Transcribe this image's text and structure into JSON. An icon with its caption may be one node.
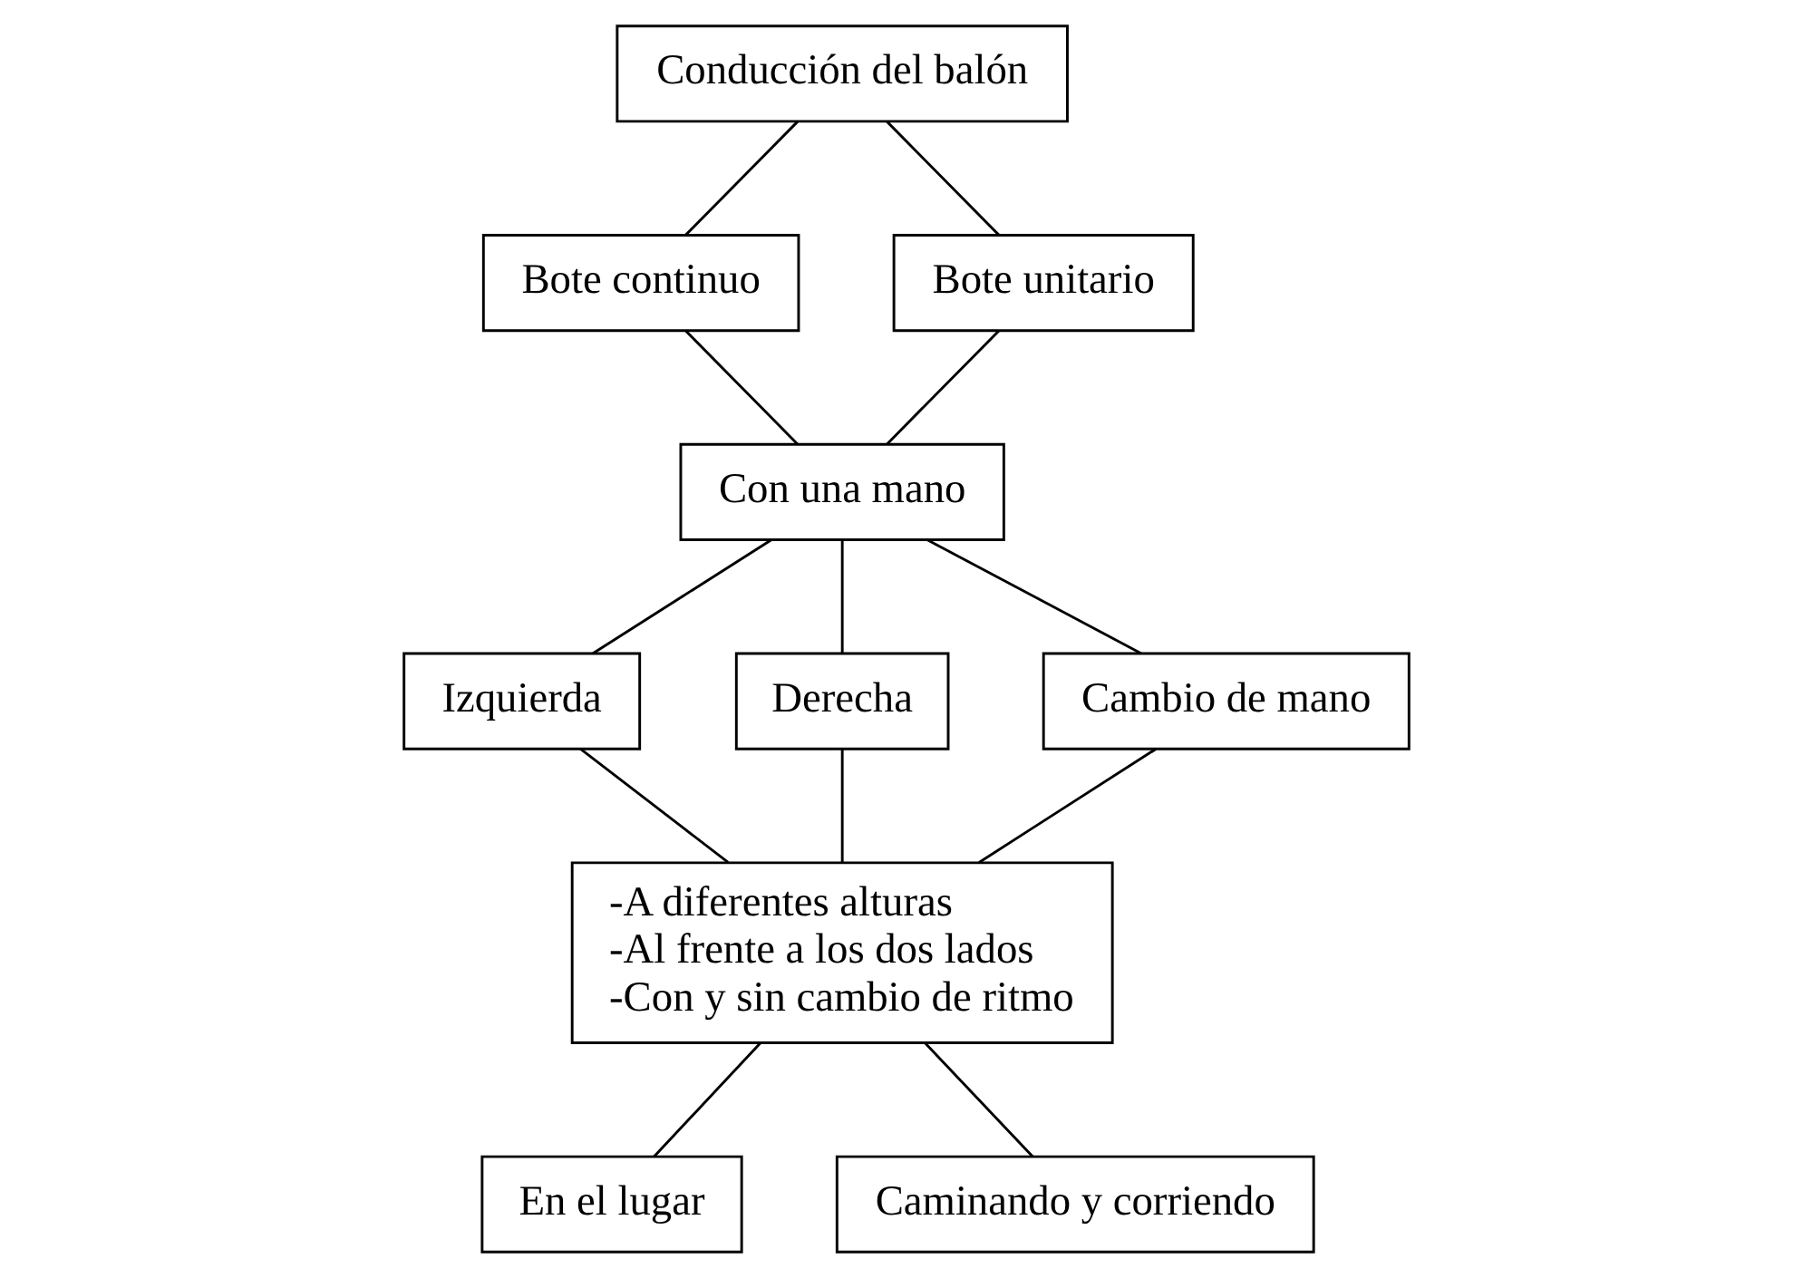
{
  "diagram": {
    "nodes": [
      {
        "text": [
          "Conducción del balón"
        ]
      },
      {
        "text": [
          "Bote continuo"
        ]
      },
      {
        "text": [
          "Bote unitario"
        ]
      },
      {
        "text": [
          "Con una mano"
        ]
      },
      {
        "text": [
          "Izquierda"
        ]
      },
      {
        "text": [
          "Derecha"
        ]
      },
      {
        "text": [
          "Cambio de mano"
        ]
      },
      {
        "text": [
          "-A diferentes alturas",
          "-Al frente a los dos lados",
          "-Con y sin cambio de ritmo"
        ]
      },
      {
        "text": [
          "En el lugar"
        ]
      },
      {
        "text": [
          "Caminando y corriendo"
        ]
      }
    ],
    "edges": [
      {
        "from": 0,
        "to": 1,
        "arrow": "none"
      },
      {
        "from": 0,
        "to": 2,
        "arrow": "none"
      },
      {
        "from": 1,
        "to": 3,
        "arrow": "none"
      },
      {
        "from": 2,
        "to": 3,
        "arrow": "none"
      },
      {
        "from": 3,
        "to": 4,
        "arrow": "none"
      },
      {
        "from": 3,
        "to": 5,
        "arrow": "none"
      },
      {
        "from": 3,
        "to": 6,
        "arrow": "none"
      },
      {
        "from": 4,
        "to": 7,
        "arrow": "none"
      },
      {
        "from": 5,
        "to": 7,
        "arrow": "none"
      },
      {
        "from": 6,
        "to": 7,
        "arrow": "none"
      },
      {
        "from": 7,
        "to": 8,
        "arrow": "none"
      },
      {
        "from": 7,
        "to": 9,
        "arrow": "none"
      }
    ]
  }
}
